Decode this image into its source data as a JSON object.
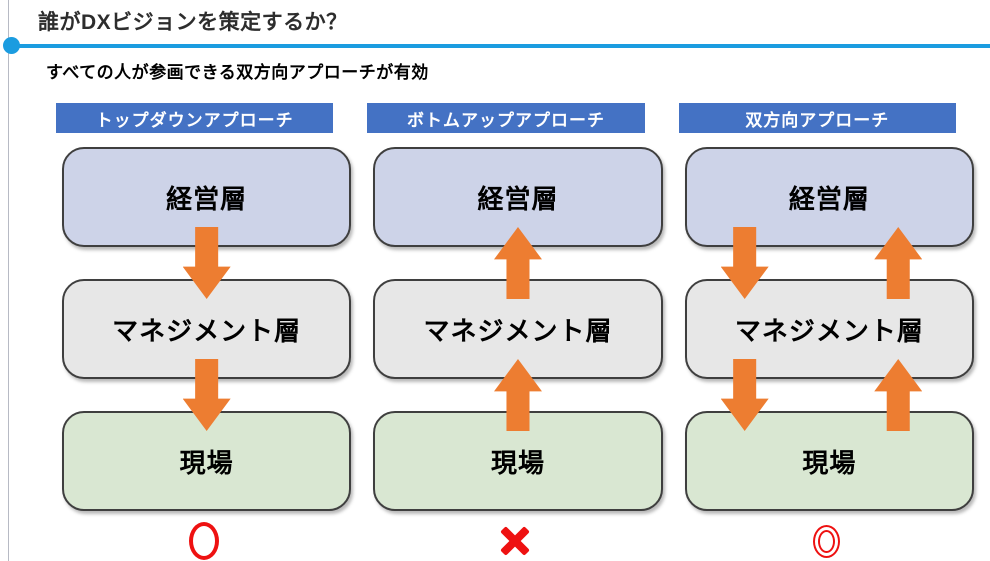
{
  "page": {
    "title": "誰がDXビジョンを策定するか？",
    "subtitle": "すべての人が参画できる双方向アプローチが有効"
  },
  "colors": {
    "header_blue": "#4472C4",
    "rule_blue": "#1B9CE0",
    "arrow_orange": "#ED7D31",
    "mark_red": "#EE1111",
    "box_executive_fill": "#CDD3E8",
    "box_management_fill": "#E7E7E7",
    "box_field_fill": "#D9E7D2",
    "box_border": "#3F3F3F"
  },
  "columns": [
    {
      "header": "トップダウンアプローチ",
      "column_class": "column col-topdown",
      "boxes": [
        "経営層",
        "マネジメント層",
        "現場"
      ],
      "arrows": {
        "executive_management_gap": [
          "down"
        ],
        "management_field_gap": [
          "down"
        ]
      },
      "verdict": "good",
      "verdict_symbol": "○",
      "verdict_class": "verdict v-circle"
    },
    {
      "header": "ボトムアップアプローチ",
      "column_class": "column col-bottomup",
      "boxes": [
        "経営層",
        "マネジメント層",
        "現場"
      ],
      "arrows": {
        "executive_management_gap": [
          "up"
        ],
        "management_field_gap": [
          "up"
        ]
      },
      "verdict": "bad",
      "verdict_symbol": "✕",
      "verdict_class": "verdict v-cross"
    },
    {
      "header": "双方向アプローチ",
      "column_class": "column col-bidir",
      "boxes": [
        "経営層",
        "マネジメント層",
        "現場"
      ],
      "arrows": {
        "executive_management_gap": [
          "down",
          "up"
        ],
        "management_field_gap": [
          "down",
          "up"
        ]
      },
      "verdict": "best",
      "verdict_symbol": "◎",
      "verdict_class": "verdict v-double"
    }
  ]
}
